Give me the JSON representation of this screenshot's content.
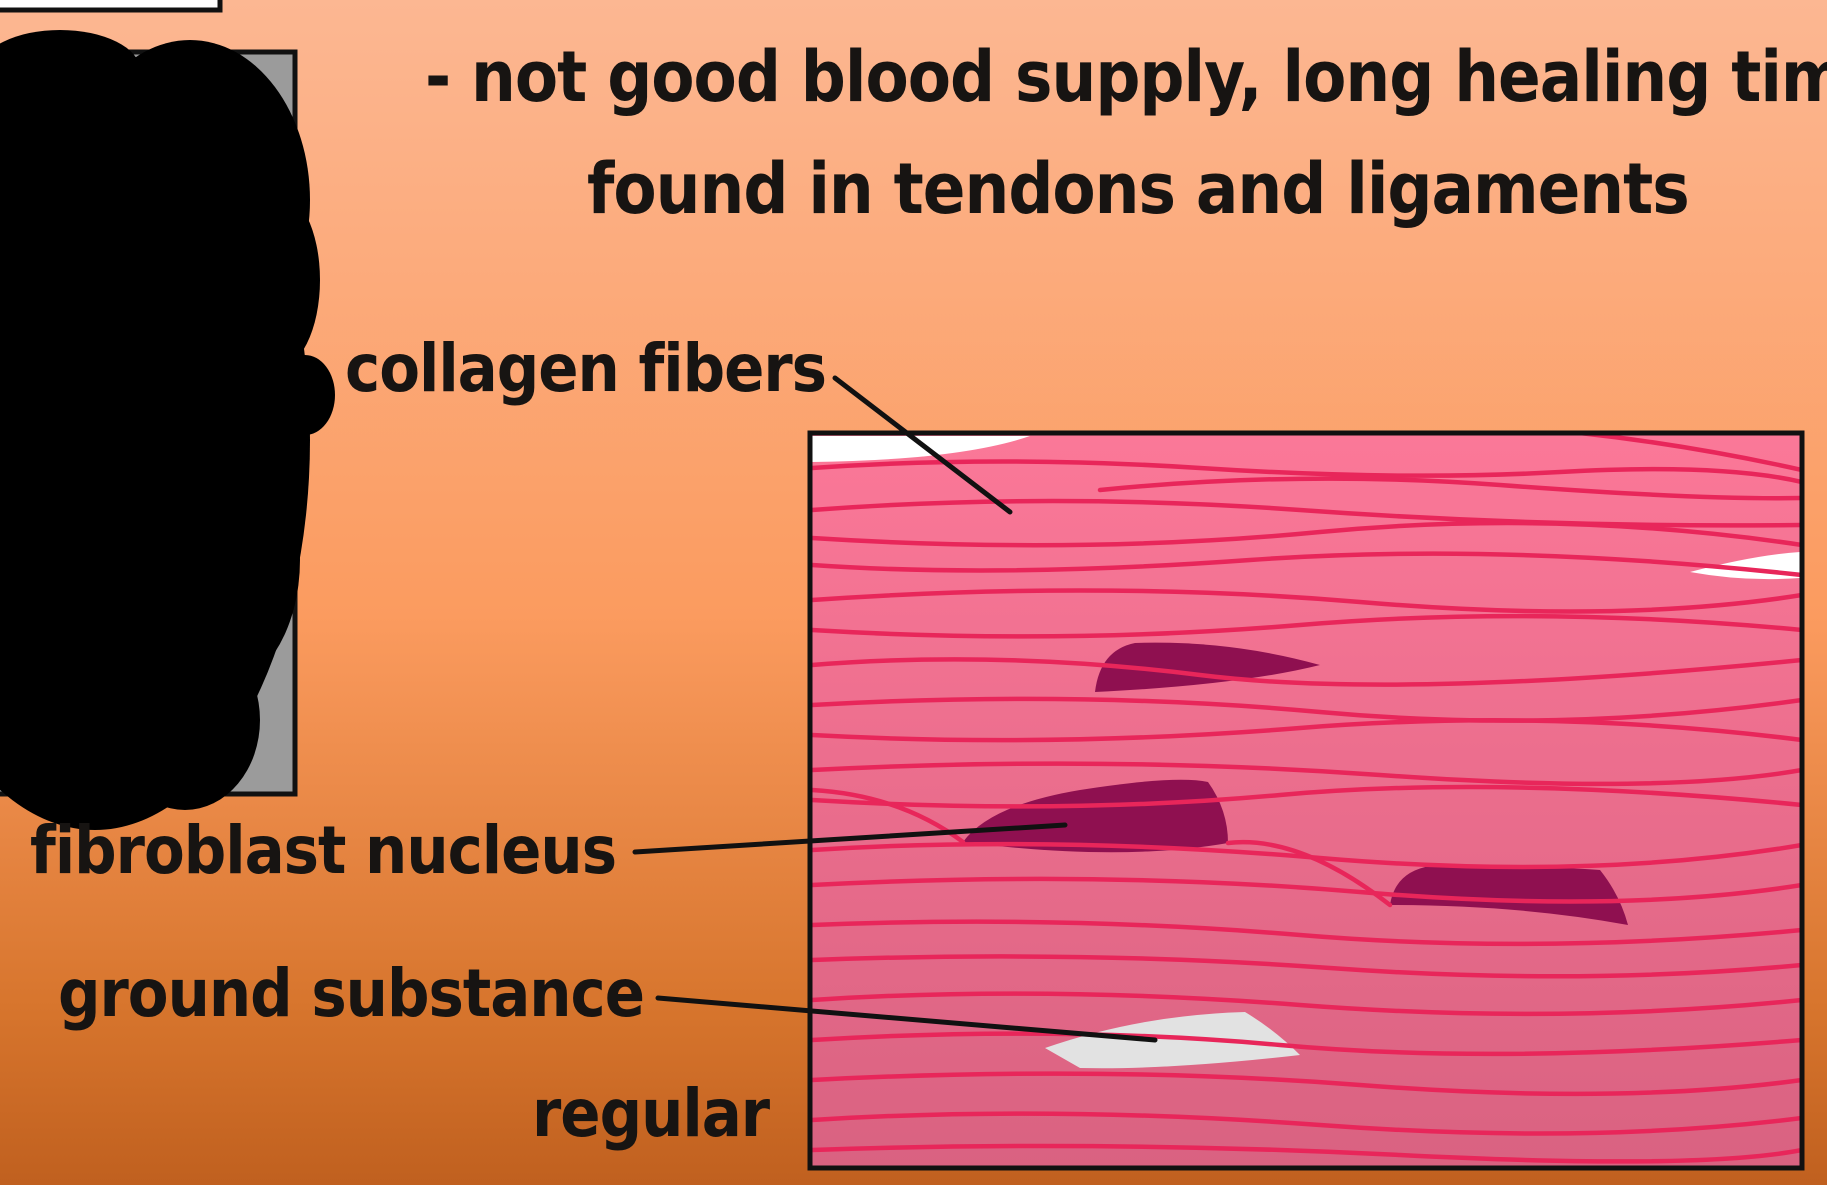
{
  "description": {
    "line1": "- not good blood supply, long healing time,",
    "line2": "found in tendons and ligaments"
  },
  "labels": {
    "collagen_fibers": "collagen fibers",
    "fibroblast_nucleus": "fibroblast nucleus",
    "ground_substance": "ground substance",
    "regular": "regular"
  },
  "colors": {
    "background_top": "#fcb792",
    "background_bottom": "#c0601f",
    "tissue_fill": "#f2738f",
    "fiber_line": "#e8265a",
    "nucleus": "#8f1050",
    "ground_substance": "#ececec",
    "outline": "#111111",
    "redacted_block": "#000000",
    "side_panel": "#9b9b9b"
  },
  "icons": {
    "redaction": "scribble-redaction-icon",
    "pointer": "leader-line"
  }
}
